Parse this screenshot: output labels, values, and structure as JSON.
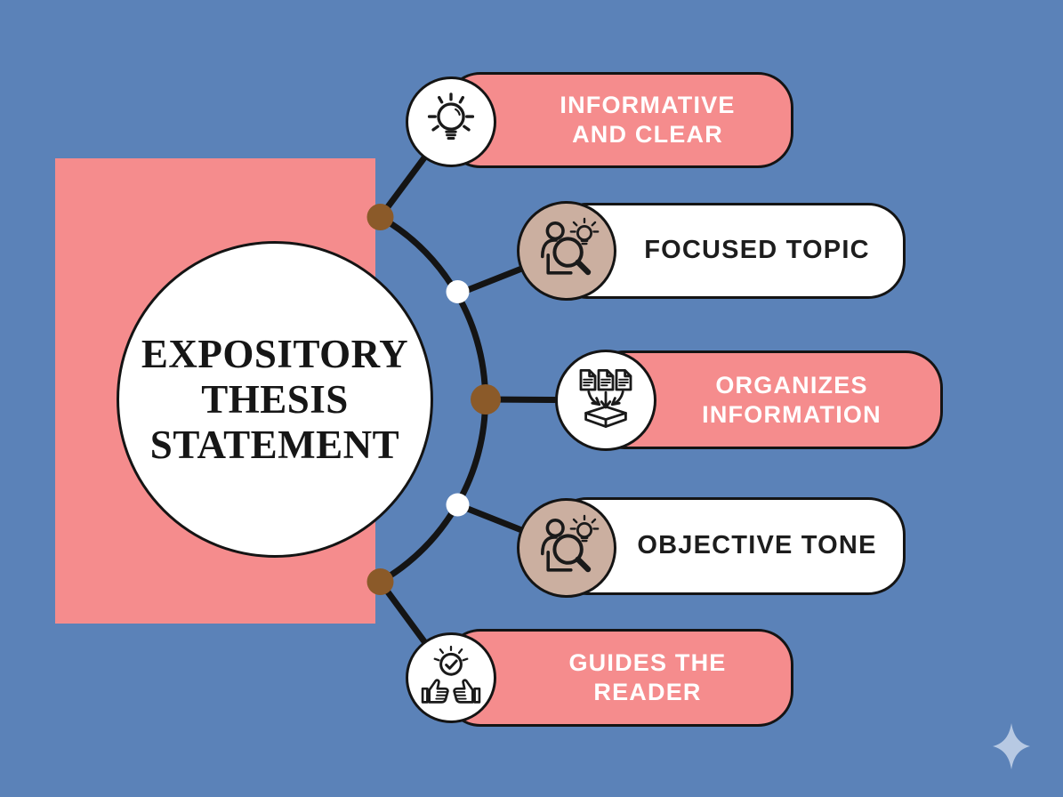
{
  "title": {
    "lines": [
      "EXPOSITORY",
      "THESIS",
      "STATEMENT"
    ]
  },
  "branches": [
    {
      "label": "INFORMATIVE AND CLEAR",
      "lines": [
        "INFORMATIVE",
        "AND CLEAR"
      ],
      "icon": "lightbulb-icon"
    },
    {
      "label": "FOCUSED TOPIC",
      "lines": [
        "FOCUSED TOPIC"
      ],
      "icon": "person-magnifier-icon"
    },
    {
      "label": "ORGANIZES INFORMATION",
      "lines": [
        "ORGANIZES",
        "INFORMATION"
      ],
      "icon": "documents-box-icon"
    },
    {
      "label": "OBJECTIVE TONE",
      "lines": [
        "OBJECTIVE TONE"
      ],
      "icon": "person-magnifier-icon"
    },
    {
      "label": "GUIDES THE READER",
      "lines": [
        "GUIDES THE",
        "READER"
      ],
      "icon": "thumbs-up-check-icon"
    }
  ],
  "colors": {
    "background": "#5b82b8",
    "salmon": "#f58c8d",
    "white": "#ffffff",
    "tan": "#cbafa0",
    "ink": "#1a1a1a",
    "connector": "#141414",
    "brown_node": "#8b5a29",
    "white_node": "#ffffff",
    "pill_text_light": "#ffffff",
    "pill_text_dark": "#1d1d1d",
    "sparkle": "#b7c9e3"
  }
}
